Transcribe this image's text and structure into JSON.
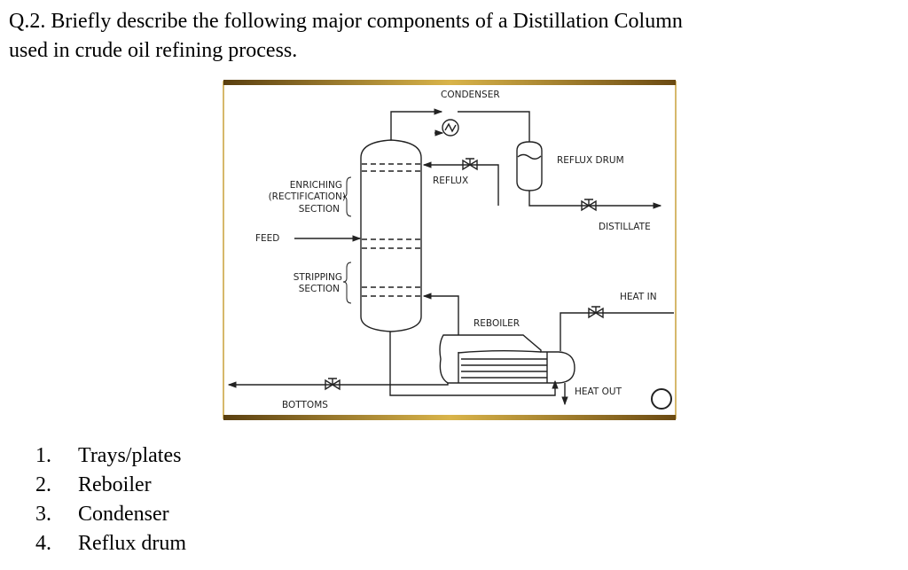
{
  "question": {
    "line1": "Q.2. Briefly describe the following major components of a Distillation Column",
    "line2": "used in crude oil refining process."
  },
  "diagram": {
    "labels": {
      "condenser": "CONDENSER",
      "reflux_drum": "REFLUX DRUM",
      "reflux": "REFLUX",
      "enriching1": "ENRICHING",
      "enriching2": "(RECTIFICATION)",
      "enriching3": "SECTION",
      "feed": "FEED",
      "distillate": "DISTILLATE",
      "stripping1": "STRIPPING",
      "stripping2": "SECTION",
      "heat_in": "HEAT IN",
      "reboiler": "REBOILER",
      "heat_out": "HEAT OUT",
      "bottoms": "BOTTOMS"
    },
    "colors": {
      "frame": "#b8922a",
      "line": "#222222"
    }
  },
  "components": [
    {
      "number": "1.",
      "label": "Trays/plates"
    },
    {
      "number": "2.",
      "label": "Reboiler"
    },
    {
      "number": "3.",
      "label": "Condenser"
    },
    {
      "number": "4.",
      "label": "Reflux drum"
    }
  ]
}
